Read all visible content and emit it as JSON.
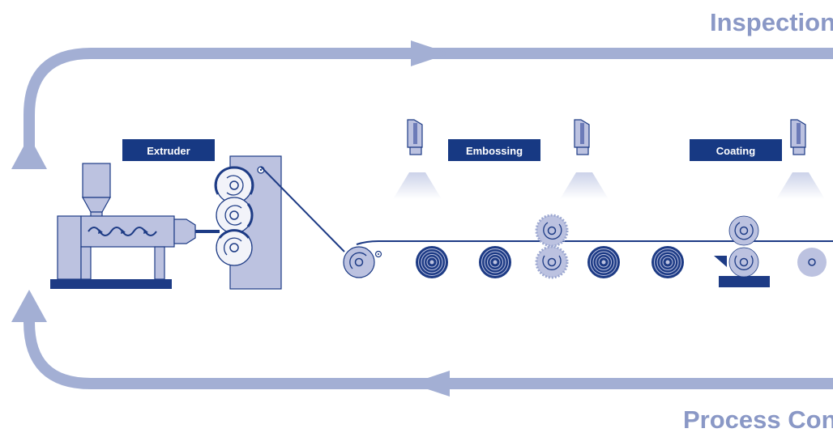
{
  "titles": {
    "top": "Inspection",
    "bottom": "Process Contr"
  },
  "stations": [
    {
      "label": "Extruder"
    },
    {
      "label": "Embossing"
    },
    {
      "label": "Coating"
    }
  ],
  "colors": {
    "flow_arrow": "#a3afd4",
    "label_bg": "#173983",
    "machine_fill": "#bcc2e0",
    "line": "#1d3b85"
  }
}
